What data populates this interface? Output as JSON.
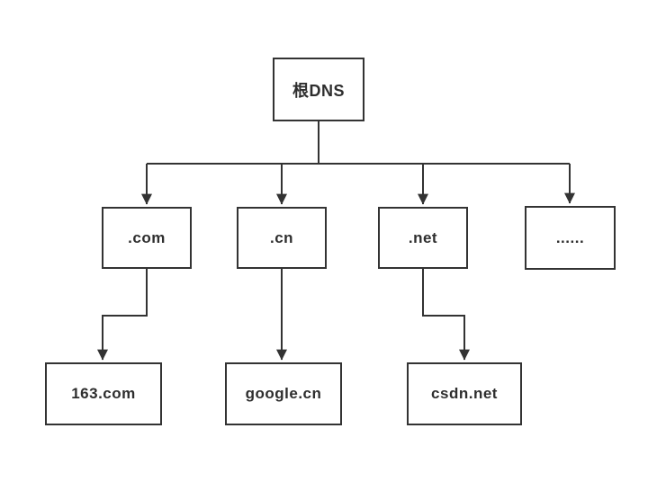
{
  "diagram": {
    "title": "DNS hierarchy tree",
    "background_color": "#ffffff",
    "line_color": "#333333",
    "text_color": "#2e2e2e",
    "nodes": {
      "root": {
        "label": "根DNS"
      },
      "com": {
        "label": ".com"
      },
      "cn": {
        "label": ".cn"
      },
      "net": {
        "label": ".net"
      },
      "more": {
        "label": "......"
      },
      "site163": {
        "label": "163.com"
      },
      "google": {
        "label": "google.cn"
      },
      "csdn": {
        "label": "csdn.net"
      }
    },
    "edges": [
      {
        "from": "根DNS",
        "to": ".com"
      },
      {
        "from": "根DNS",
        "to": ".cn"
      },
      {
        "from": "根DNS",
        "to": ".net"
      },
      {
        "from": "根DNS",
        "to": "......"
      },
      {
        "from": ".com",
        "to": "163.com"
      },
      {
        "from": ".cn",
        "to": "google.cn"
      },
      {
        "from": ".net",
        "to": "csdn.net"
      }
    ]
  }
}
